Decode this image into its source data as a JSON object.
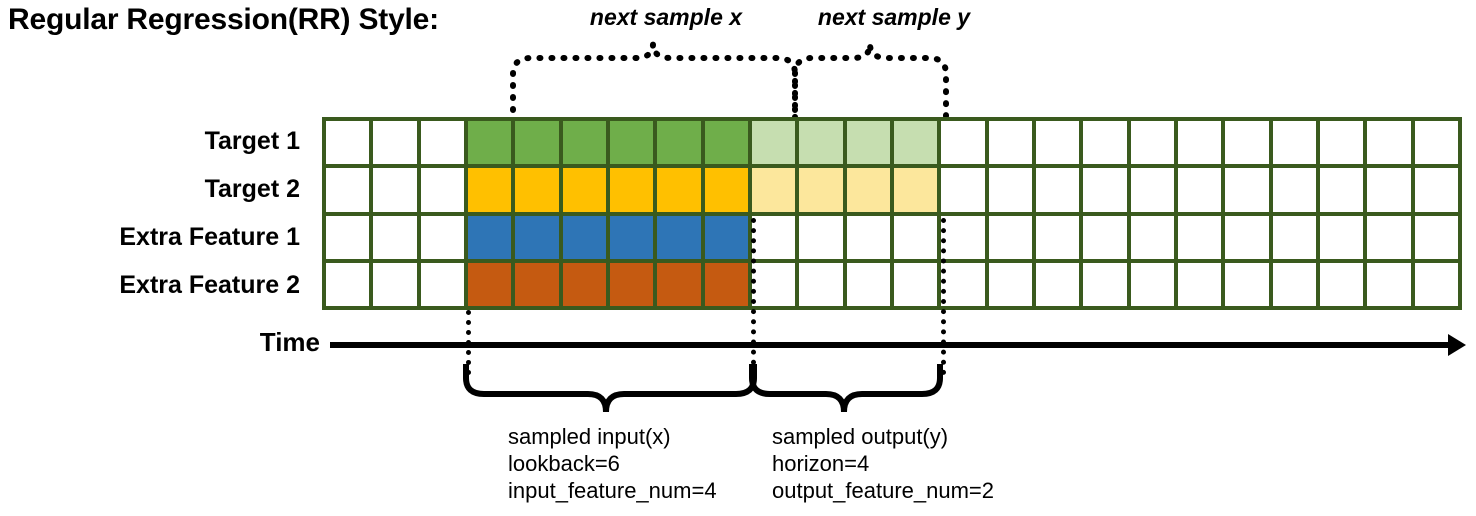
{
  "title": "Regular Regression(RR) Style:",
  "row_labels": [
    "Target 1",
    "Target 2",
    "Extra Feature 1",
    "Extra Feature 2"
  ],
  "axis": {
    "label": "Time",
    "arrow": "right-arrow-icon"
  },
  "grid": {
    "columns": 24,
    "rows": 4,
    "colors": {
      "border": "#3a5a1e",
      "empty": "#ffffff",
      "target1_input": "#6fae4a",
      "target1_output": "#c6deb0",
      "target2_input": "#ffc000",
      "target2_output": "#fce79c",
      "extra1_input": "#2e75b6",
      "extra2_input": "#c55a11"
    },
    "input_start_col": 4,
    "input_end_col": 9,
    "output_start_col": 10,
    "output_end_col": 13,
    "cells": [
      [
        "empty",
        "empty",
        "empty",
        "green",
        "green",
        "green",
        "green",
        "green",
        "green",
        "greenlt",
        "greenlt",
        "greenlt",
        "greenlt",
        "empty",
        "empty",
        "empty",
        "empty",
        "empty",
        "empty",
        "empty",
        "empty",
        "empty",
        "empty",
        "empty"
      ],
      [
        "empty",
        "empty",
        "empty",
        "yellow",
        "yellow",
        "yellow",
        "yellow",
        "yellow",
        "yellow",
        "yellowlt",
        "yellowlt",
        "yellowlt",
        "yellowlt",
        "empty",
        "empty",
        "empty",
        "empty",
        "empty",
        "empty",
        "empty",
        "empty",
        "empty",
        "empty",
        "empty"
      ],
      [
        "empty",
        "empty",
        "empty",
        "blue",
        "blue",
        "blue",
        "blue",
        "blue",
        "blue",
        "empty",
        "empty",
        "empty",
        "empty",
        "empty",
        "empty",
        "empty",
        "empty",
        "empty",
        "empty",
        "empty",
        "empty",
        "empty",
        "empty",
        "empty"
      ],
      [
        "empty",
        "empty",
        "empty",
        "orange",
        "orange",
        "orange",
        "orange",
        "orange",
        "orange",
        "empty",
        "empty",
        "empty",
        "empty",
        "empty",
        "empty",
        "empty",
        "empty",
        "empty",
        "empty",
        "empty",
        "empty",
        "empty",
        "empty",
        "empty"
      ]
    ]
  },
  "top_braces": [
    {
      "caption": "next sample x"
    },
    {
      "caption": "next sample y"
    }
  ],
  "bottom_captions": [
    {
      "line1": "sampled input(x)",
      "line2": "lookback=6",
      "line3": "input_feature_num=4"
    },
    {
      "line1": "sampled output(y)",
      "line2": "horizon=4",
      "line3": "output_feature_num=2"
    }
  ]
}
